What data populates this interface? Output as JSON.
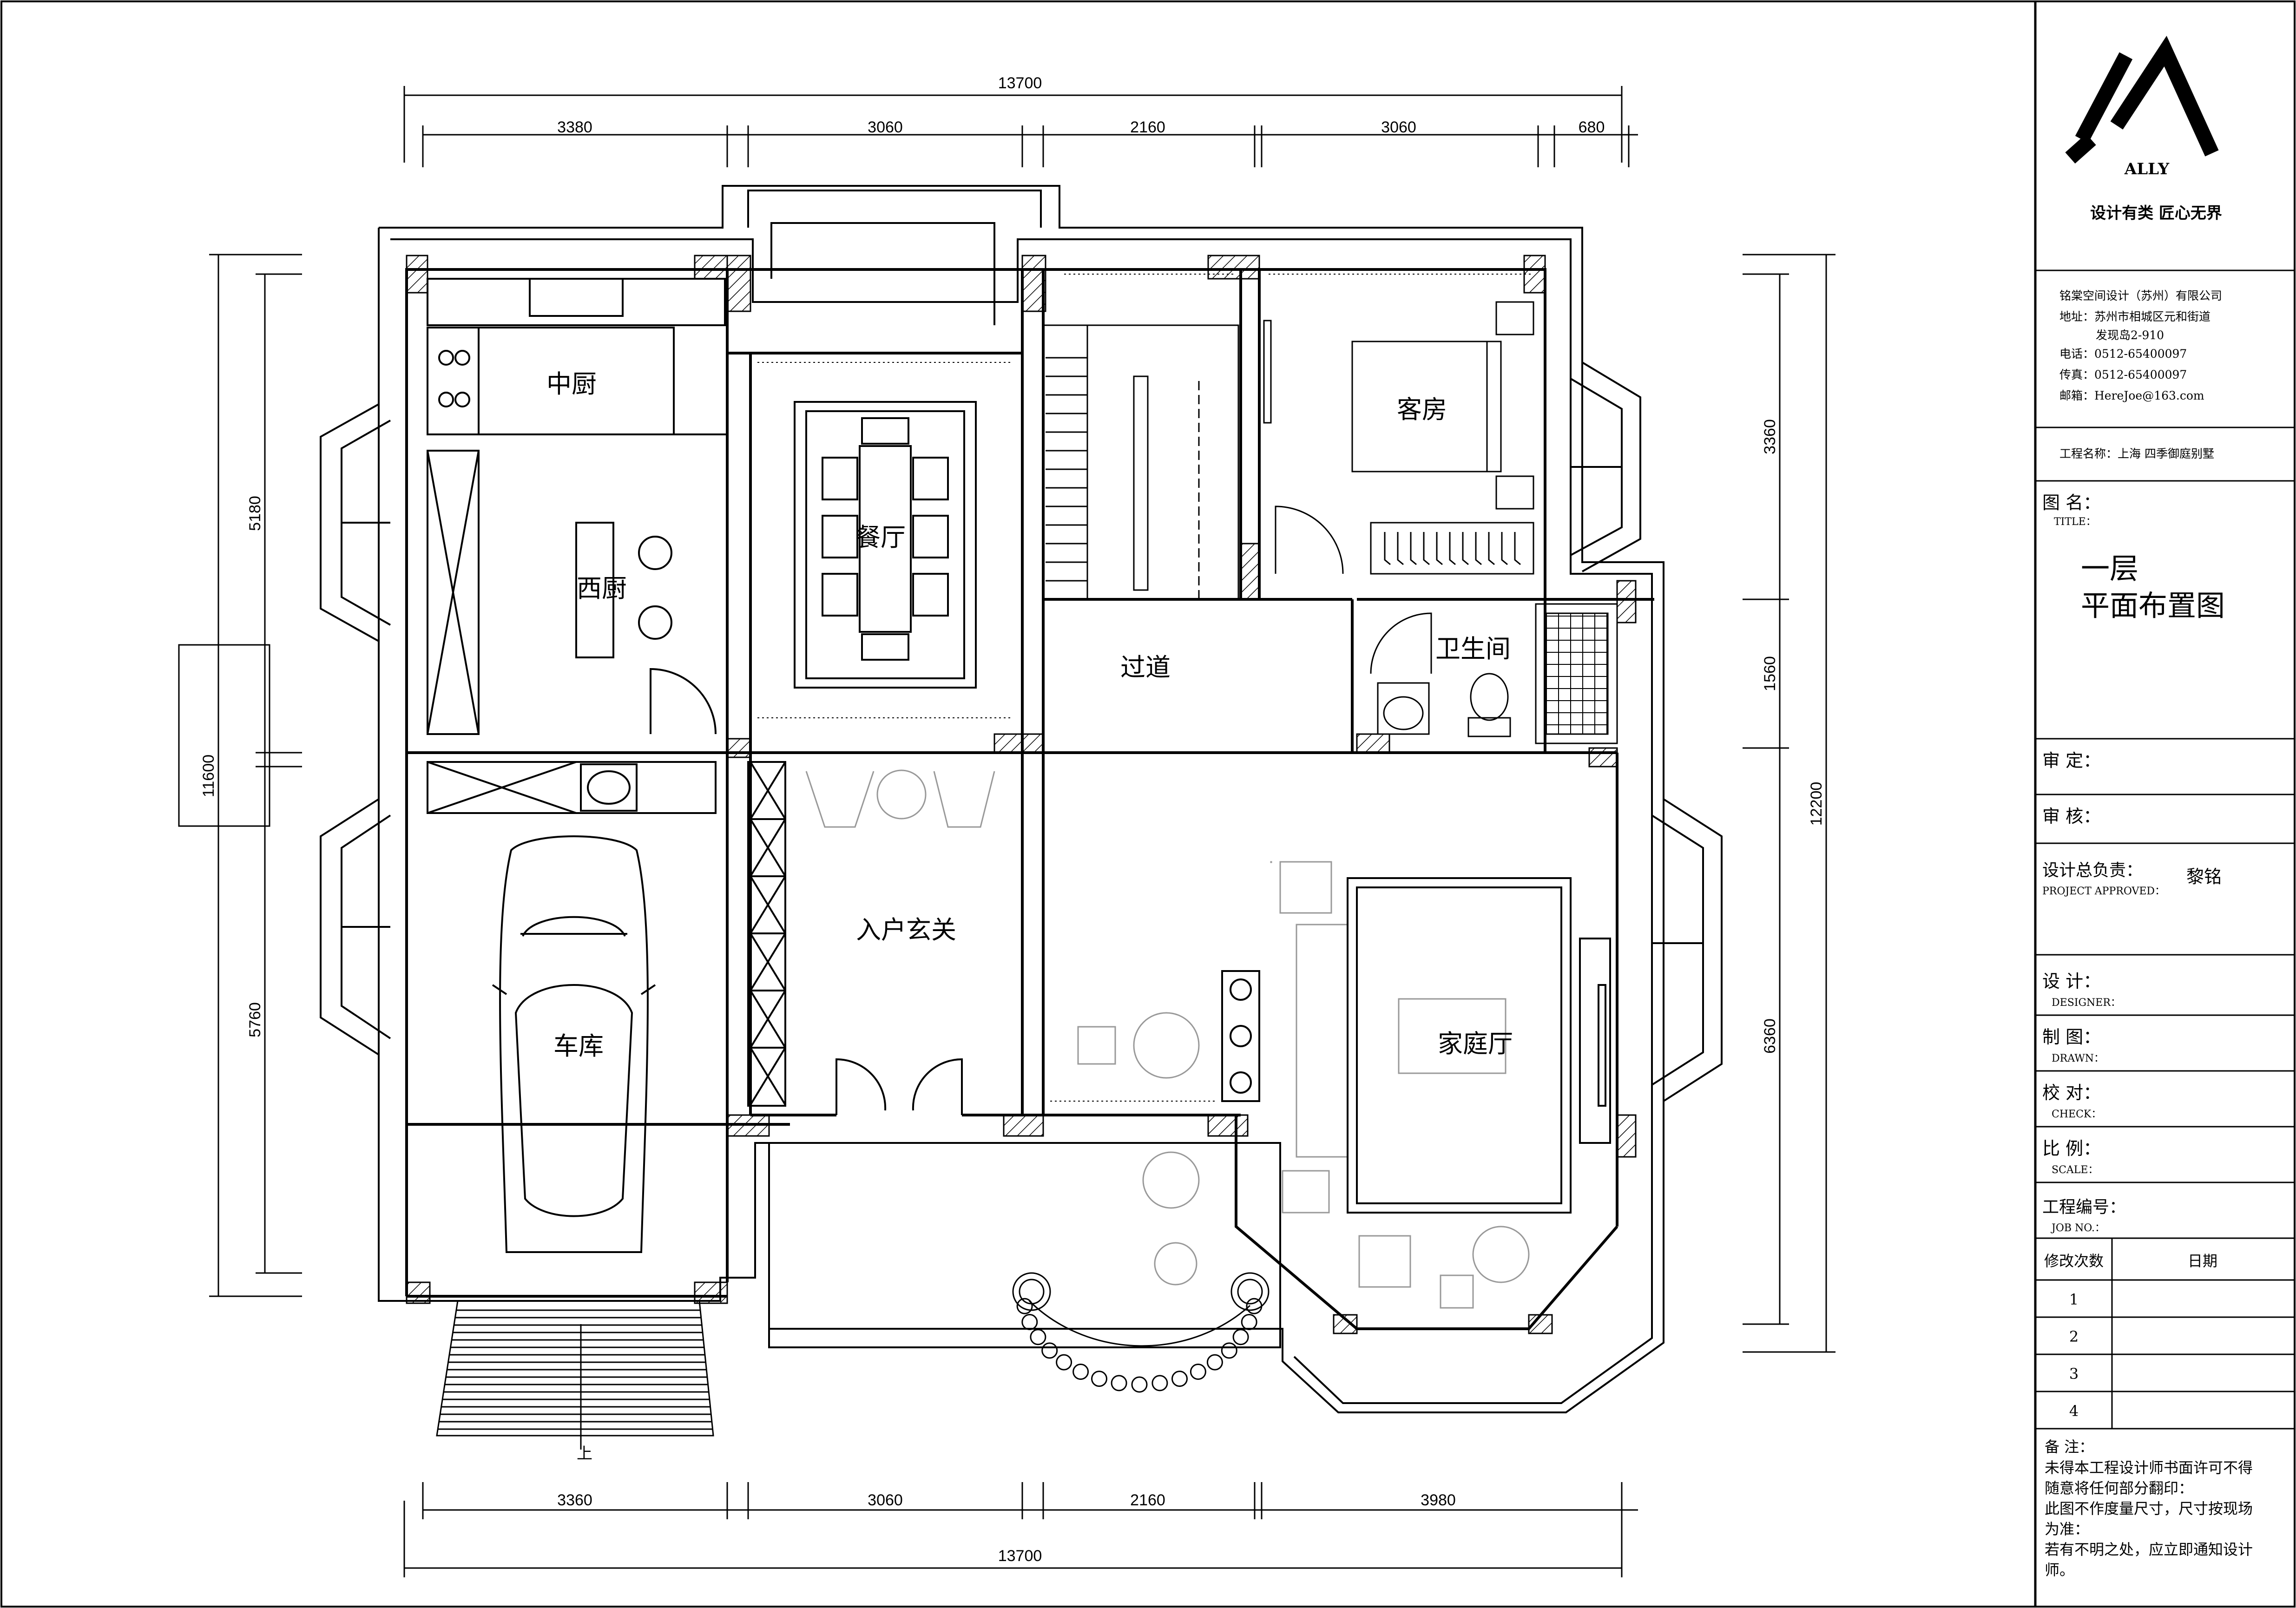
{
  "dimensions": {
    "top_total": "13700",
    "top_segments": [
      "3380",
      "3060",
      "2160",
      "3060",
      "680"
    ],
    "bottom_total": "13700",
    "bottom_segments": [
      "3360",
      "3060",
      "2160",
      "3980"
    ],
    "left_total": "11600",
    "left_segments": [
      "5180",
      "5760"
    ],
    "right_total": "12200",
    "right_segments": [
      "3360",
      "1560",
      "6360"
    ]
  },
  "rooms": {
    "middle_kitchen": "中厨",
    "western_kitchen": "西厨",
    "dining": "餐厅",
    "guest_room": "客房",
    "corridor": "过道",
    "bathroom": "卫生间",
    "entrance": "入户玄关",
    "garage": "车库",
    "family_hall": "家庭厅"
  },
  "stair_mark": "上",
  "title_block": {
    "logo_text": "ALLY",
    "slogan": "设计有类  匠心无界",
    "company": "铭棠空间设计（苏州）有限公司",
    "address_1": "地址：苏州市相城区元和街道",
    "address_2": "发现岛2-910",
    "phone": "电话：0512-65400097",
    "fax": "传真：0512-65400097",
    "email": "邮箱：HereJoe@163.com",
    "project": "工程名称：上海 四季御庭别墅",
    "title_label": "图  名：",
    "title_label_en": "TITLE：",
    "drawing_title_1": "一层",
    "drawing_title_2": "平面布置图",
    "approve": "审    定：",
    "review": "审    核：",
    "chief": "设计总负责：",
    "chief_en": "PROJECT APPROVED：",
    "chief_name": "黎铭",
    "designer": "设    计：",
    "designer_en": "DESIGNER：",
    "drawn": "制    图：",
    "drawn_en": "DRAWN：",
    "check": "校    对：",
    "check_en": "CHECK：",
    "scale": "比    例：",
    "scale_en": "SCALE：",
    "job": "工程编号：",
    "job_en": "JOB   NO.：",
    "rev_header": "修改次数",
    "date_header": "日期",
    "rev_rows": [
      "1",
      "2",
      "3",
      "4"
    ],
    "notes_title": "备    注：",
    "notes": [
      "未得本工程设计师书面许可不得",
      "随意将任何部分翻印：",
      "此图不作度量尺寸，尺寸按现场",
      "为准：",
      "若有不明之处，应立即通知设计",
      "师。"
    ]
  }
}
